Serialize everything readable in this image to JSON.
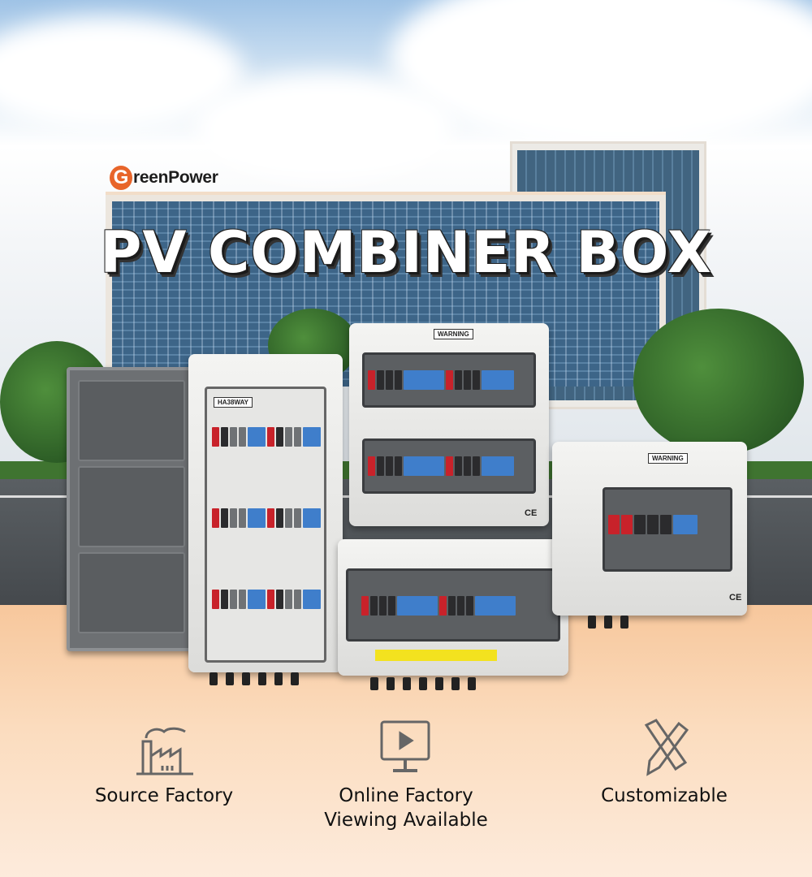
{
  "brand": {
    "logo_letter": "G",
    "logo_text": "reenPower"
  },
  "title": "PV COMBINER BOX",
  "product_labels": {
    "warning": "WARNING",
    "ce": "CE",
    "panel_label": "HA38WAY"
  },
  "features": [
    {
      "icon": "factory-icon",
      "label": "Source Factory"
    },
    {
      "icon": "monitor-play-icon",
      "label": "Online Factory Viewing Available"
    },
    {
      "icon": "pencil-ruler-icon",
      "label": "Customizable"
    }
  ],
  "colors": {
    "brand_orange": "#e8652a",
    "background_peach": "#f7c79c"
  }
}
